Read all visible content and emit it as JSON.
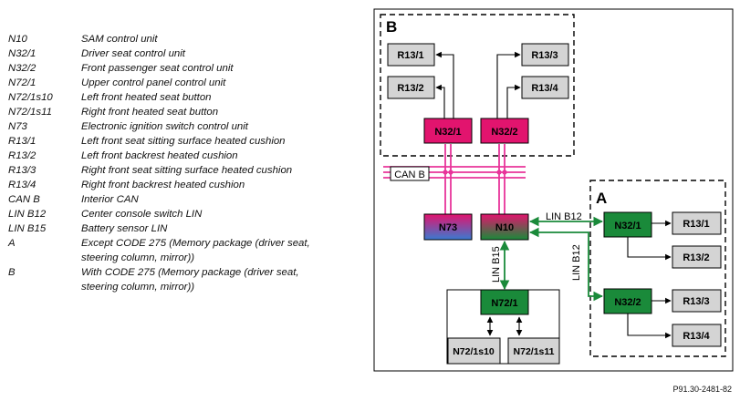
{
  "legend": [
    {
      "code": "N10",
      "desc": "SAM control unit"
    },
    {
      "code": "N32/1",
      "desc": "Driver seat control unit"
    },
    {
      "code": "N32/2",
      "desc": "Front passenger seat control unit"
    },
    {
      "code": "N72/1",
      "desc": "Upper control panel control unit"
    },
    {
      "code": "N72/1s10",
      "desc": "Left front heated seat button"
    },
    {
      "code": "N72/1s11",
      "desc": "Right front heated seat button"
    },
    {
      "code": "N73",
      "desc": "Electronic ignition switch control unit"
    },
    {
      "code": "R13/1",
      "desc": "Left front seat sitting surface heated cushion"
    },
    {
      "code": "R13/2",
      "desc": "Left front backrest heated cushion"
    },
    {
      "code": "R13/3",
      "desc": "Right front seat sitting surface heated cushion"
    },
    {
      "code": "R13/4",
      "desc": "Right front backrest heated cushion"
    },
    {
      "code": "CAN B",
      "desc": "Interior CAN"
    },
    {
      "code": "LIN B12",
      "desc": "Center console switch LIN"
    },
    {
      "code": "LIN B15",
      "desc": "Battery sensor LIN"
    },
    {
      "code": "A",
      "desc": "Except CODE 275 (Memory package (driver seat, steering column, mirror))"
    },
    {
      "code": "B",
      "desc": "With CODE 275 (Memory package (driver seat, steering column, mirror))"
    }
  ],
  "diagram": {
    "group_b_label": "B",
    "group_a_label": "A",
    "can_b_label": "CAN B",
    "lin_b12_label_1": "LIN B12",
    "lin_b12_label_2": "LIN B12",
    "lin_b15_label": "LIN B15",
    "boxes": {
      "b_r13_1": "R13/1",
      "b_r13_2": "R13/2",
      "b_r13_3": "R13/3",
      "b_r13_4": "R13/4",
      "b_n32_1": "N32/1",
      "b_n32_2": "N32/2",
      "n73": "N73",
      "n10": "N10",
      "n72_1": "N72/1",
      "n72_1s10": "N72/1s10",
      "n72_1s11": "N72/1s11",
      "a_n32_1": "N32/1",
      "a_n32_2": "N32/2",
      "a_r13_1": "R13/1",
      "a_r13_2": "R13/2",
      "a_r13_3": "R13/3",
      "a_r13_4": "R13/4"
    }
  },
  "colors": {
    "magenta": "#e2146e",
    "green": "#1a8a3a",
    "can_pink": "#e8349a",
    "gray_box": "#d4d4d4",
    "blue": "#3a7ad0"
  },
  "reference": "P91.30-2481-82"
}
